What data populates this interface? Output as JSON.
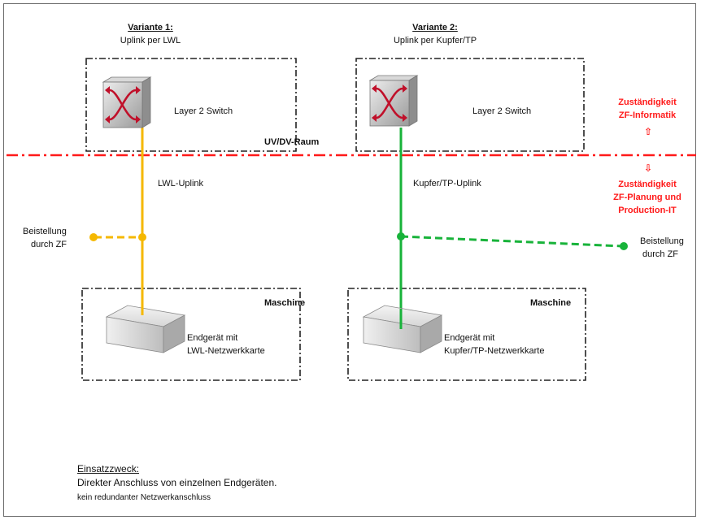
{
  "variant1": {
    "heading": "Variante 1:",
    "subheading": "Uplink per LWL",
    "switch_label": "Layer 2 Switch",
    "uplink_label": "LWL-Uplink",
    "provision_line1": "Beistellung",
    "provision_line2": "durch ZF",
    "machine_title": "Maschine",
    "device_line1": "Endgerät mit",
    "device_line2": "LWL-Netzwerkkarte",
    "line_color": "#f5b800"
  },
  "variant2": {
    "heading": "Variante 2:",
    "subheading": "Uplink per Kupfer/TP",
    "switch_label": "Layer 2 Switch",
    "uplink_label": "Kupfer/TP-Uplink",
    "provision_line1": "Beistellung",
    "provision_line2": "durch ZF",
    "machine_title": "Maschine",
    "device_line1": "Endgerät mit",
    "device_line2": "Kupfer/TP-Netzwerkkarte",
    "line_color": "#18b33a"
  },
  "room_label": "UV/DV-Raum",
  "responsibility": {
    "upper_line1": "Zuständigkeit",
    "upper_line2": "ZF-Informatik",
    "lower_line1": "Zuständigkeit",
    "lower_line2": "ZF-Planung und",
    "lower_line3": "Production-IT",
    "color": "#ff1a1a",
    "up_arrow_icon": "up-arrow-icon",
    "down_arrow_icon": "down-arrow-icon"
  },
  "purpose": {
    "heading": "Einsatzzweck:",
    "line1": "Direkter Anschluss von einzelnen Endgeräten.",
    "line2": "kein redundanter Netzwerkanschluss"
  }
}
